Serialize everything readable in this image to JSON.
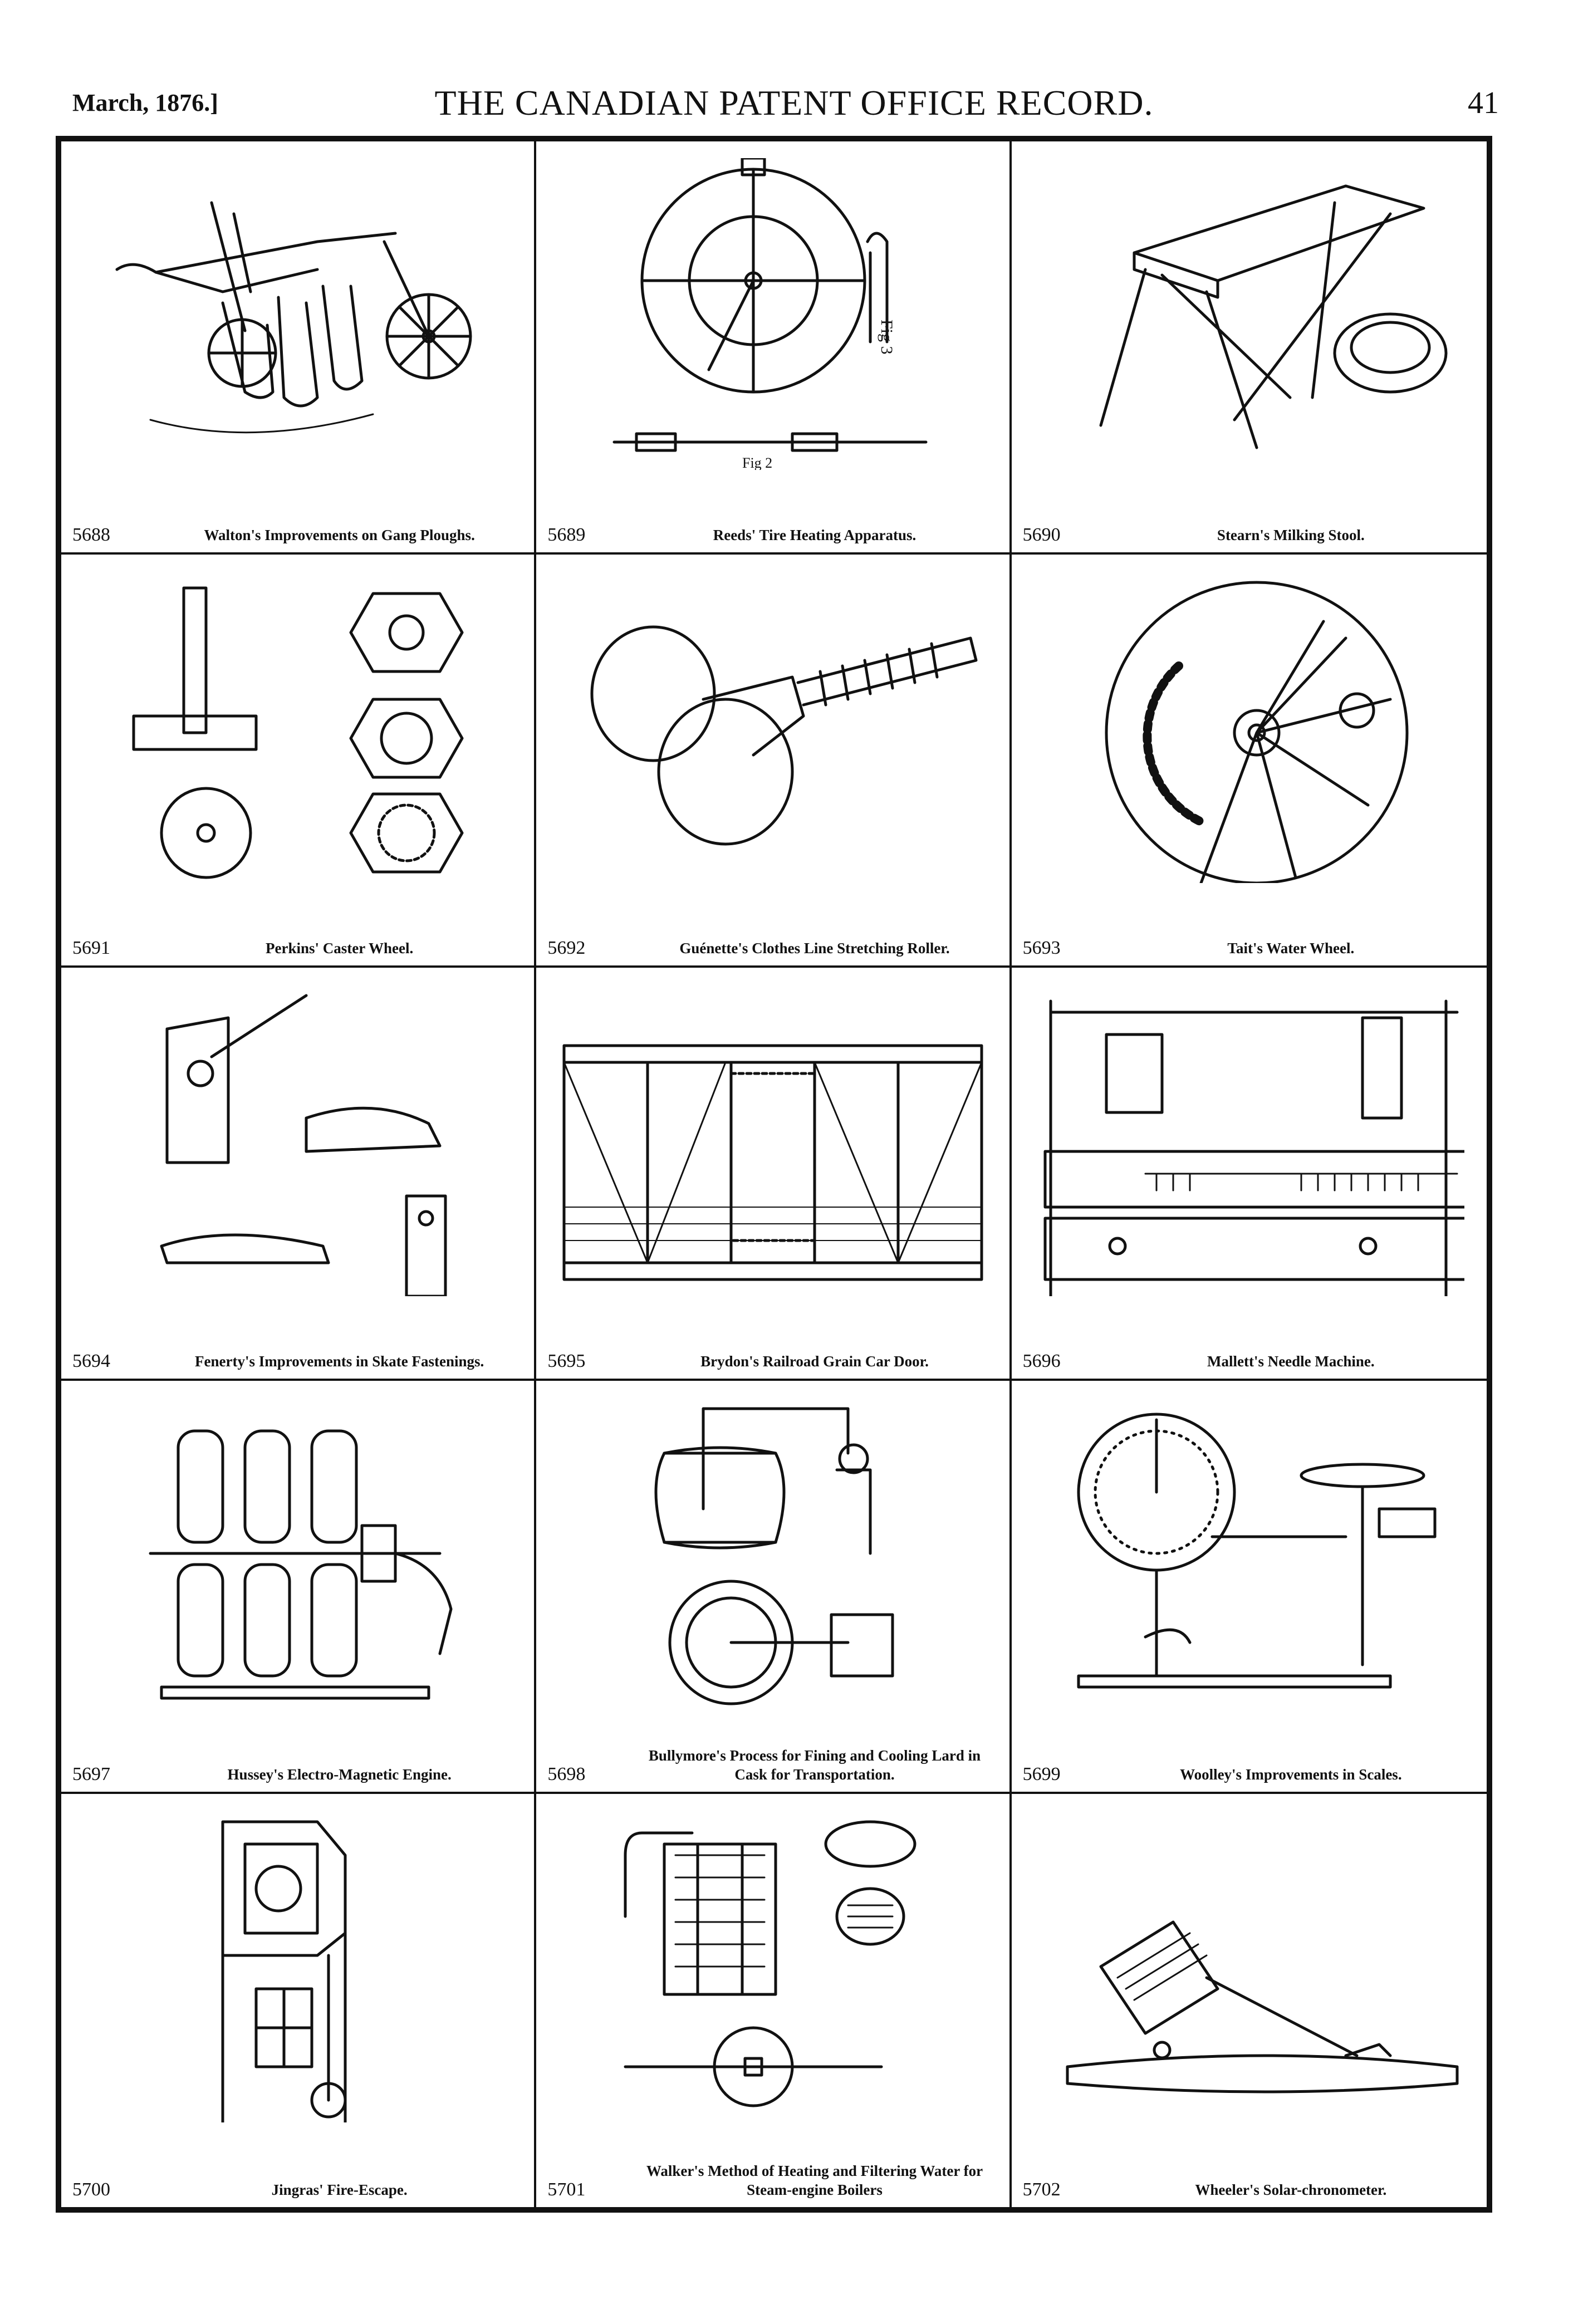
{
  "header": {
    "date": "March, 1876.]",
    "title": "THE CANADIAN PATENT OFFICE RECORD.",
    "page_number": "41"
  },
  "patents": [
    {
      "number": "5688",
      "title": "Walton's Improvements on Gang Ploughs.",
      "figure": "gang-plough"
    },
    {
      "number": "5689",
      "title": "Reeds' Tire Heating Apparatus.",
      "figure": "tire-heater",
      "fig_labels": [
        "Fig 2",
        "Fig 3"
      ]
    },
    {
      "number": "5690",
      "title": "Stearn's Milking Stool.",
      "figure": "milking-stool"
    },
    {
      "number": "5691",
      "title": "Perkins' Caster Wheel.",
      "figure": "caster-wheel"
    },
    {
      "number": "5692",
      "title": "Guénette's Clothes Line Stretching Roller.",
      "figure": "clothes-line-roller"
    },
    {
      "number": "5693",
      "title": "Tait's Water Wheel.",
      "figure": "water-wheel"
    },
    {
      "number": "5694",
      "title": "Fenerty's Improvements in Skate Fastenings.",
      "figure": "skate-fastening"
    },
    {
      "number": "5695",
      "title": "Brydon's Railroad Grain Car Door.",
      "figure": "grain-car-door"
    },
    {
      "number": "5696",
      "title": "Mallett's Needle Machine.",
      "figure": "needle-machine"
    },
    {
      "number": "5697",
      "title": "Hussey's Electro-Magnetic Engine.",
      "figure": "electro-magnetic-engine"
    },
    {
      "number": "5698",
      "title": "Bullymore's Process for Fining and Cooling Lard in Cask for Transportation.",
      "figure": "lard-cooling-cask"
    },
    {
      "number": "5699",
      "title": "Woolley's Improvements in Scales.",
      "figure": "scales"
    },
    {
      "number": "5700",
      "title": "Jingras' Fire-Escape.",
      "figure": "fire-escape"
    },
    {
      "number": "5701",
      "title": "Walker's Method of Heating and Filtering Water for Steam-engine Boilers",
      "figure": "boiler-water-heater"
    },
    {
      "number": "5702",
      "title": "Wheeler's Solar-chronometer.",
      "figure": "solar-chronometer"
    }
  ]
}
